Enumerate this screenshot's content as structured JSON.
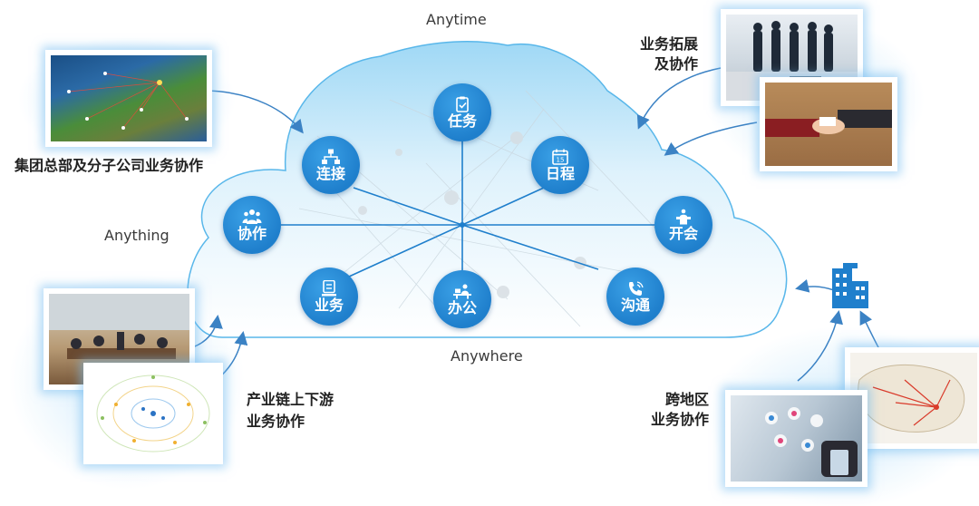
{
  "labels": {
    "anytime": "Anytime",
    "anything": "Anything",
    "anywhere": "Anywhere"
  },
  "nodes": {
    "task": "任务",
    "connect": "连接",
    "schedule": "日程",
    "collab": "协作",
    "meeting": "开会",
    "business": "业务",
    "office": "办公",
    "communicate": "沟通"
  },
  "schedule_icon_number": "15",
  "captions": {
    "hq": "集团总部及分子公司业务协作",
    "expand_1": "业务拓展",
    "expand_2": "及协作",
    "chain_1": "产业链上下游",
    "chain_2": "业务协作",
    "region_1": "跨地区",
    "region_2": "业务协作"
  },
  "colors": {
    "node_blue": "#1f7fcc",
    "cloud_top": "#a9dcf6",
    "cloud_edge": "#55b6ea",
    "arrow": "#3b82c4",
    "building": "#1f7fcc"
  },
  "icons": {
    "task": "clipboard-check-icon",
    "connect": "network-icon",
    "schedule": "calendar-icon",
    "collab": "group-icon",
    "meeting": "podium-icon",
    "business": "server-icon",
    "office": "desk-worker-icon",
    "communicate": "phone-icon",
    "building": "office-building-icon"
  }
}
